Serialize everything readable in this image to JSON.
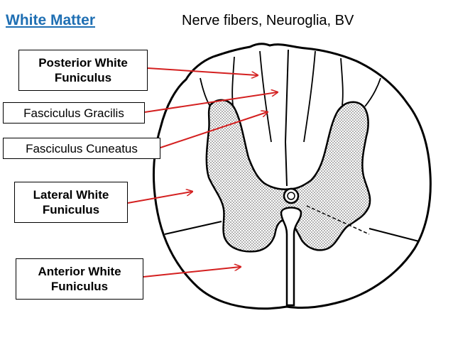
{
  "header": {
    "title": "White Matter",
    "subtitle": "Nerve fibers, Neuroglia, BV"
  },
  "labels": {
    "posterior": "Posterior White Funiculus",
    "gracilis": "Fasciculus Gracilis",
    "cuneatus": "Fasciculus Cuneatus",
    "lateral": "Lateral White Funiculus",
    "anterior": "Anterior White Funiculus"
  },
  "colors": {
    "title": "#1f6fb3",
    "arrow": "#d42020",
    "outline": "#000000",
    "grey_matter_fill": "#d0d0d0"
  }
}
